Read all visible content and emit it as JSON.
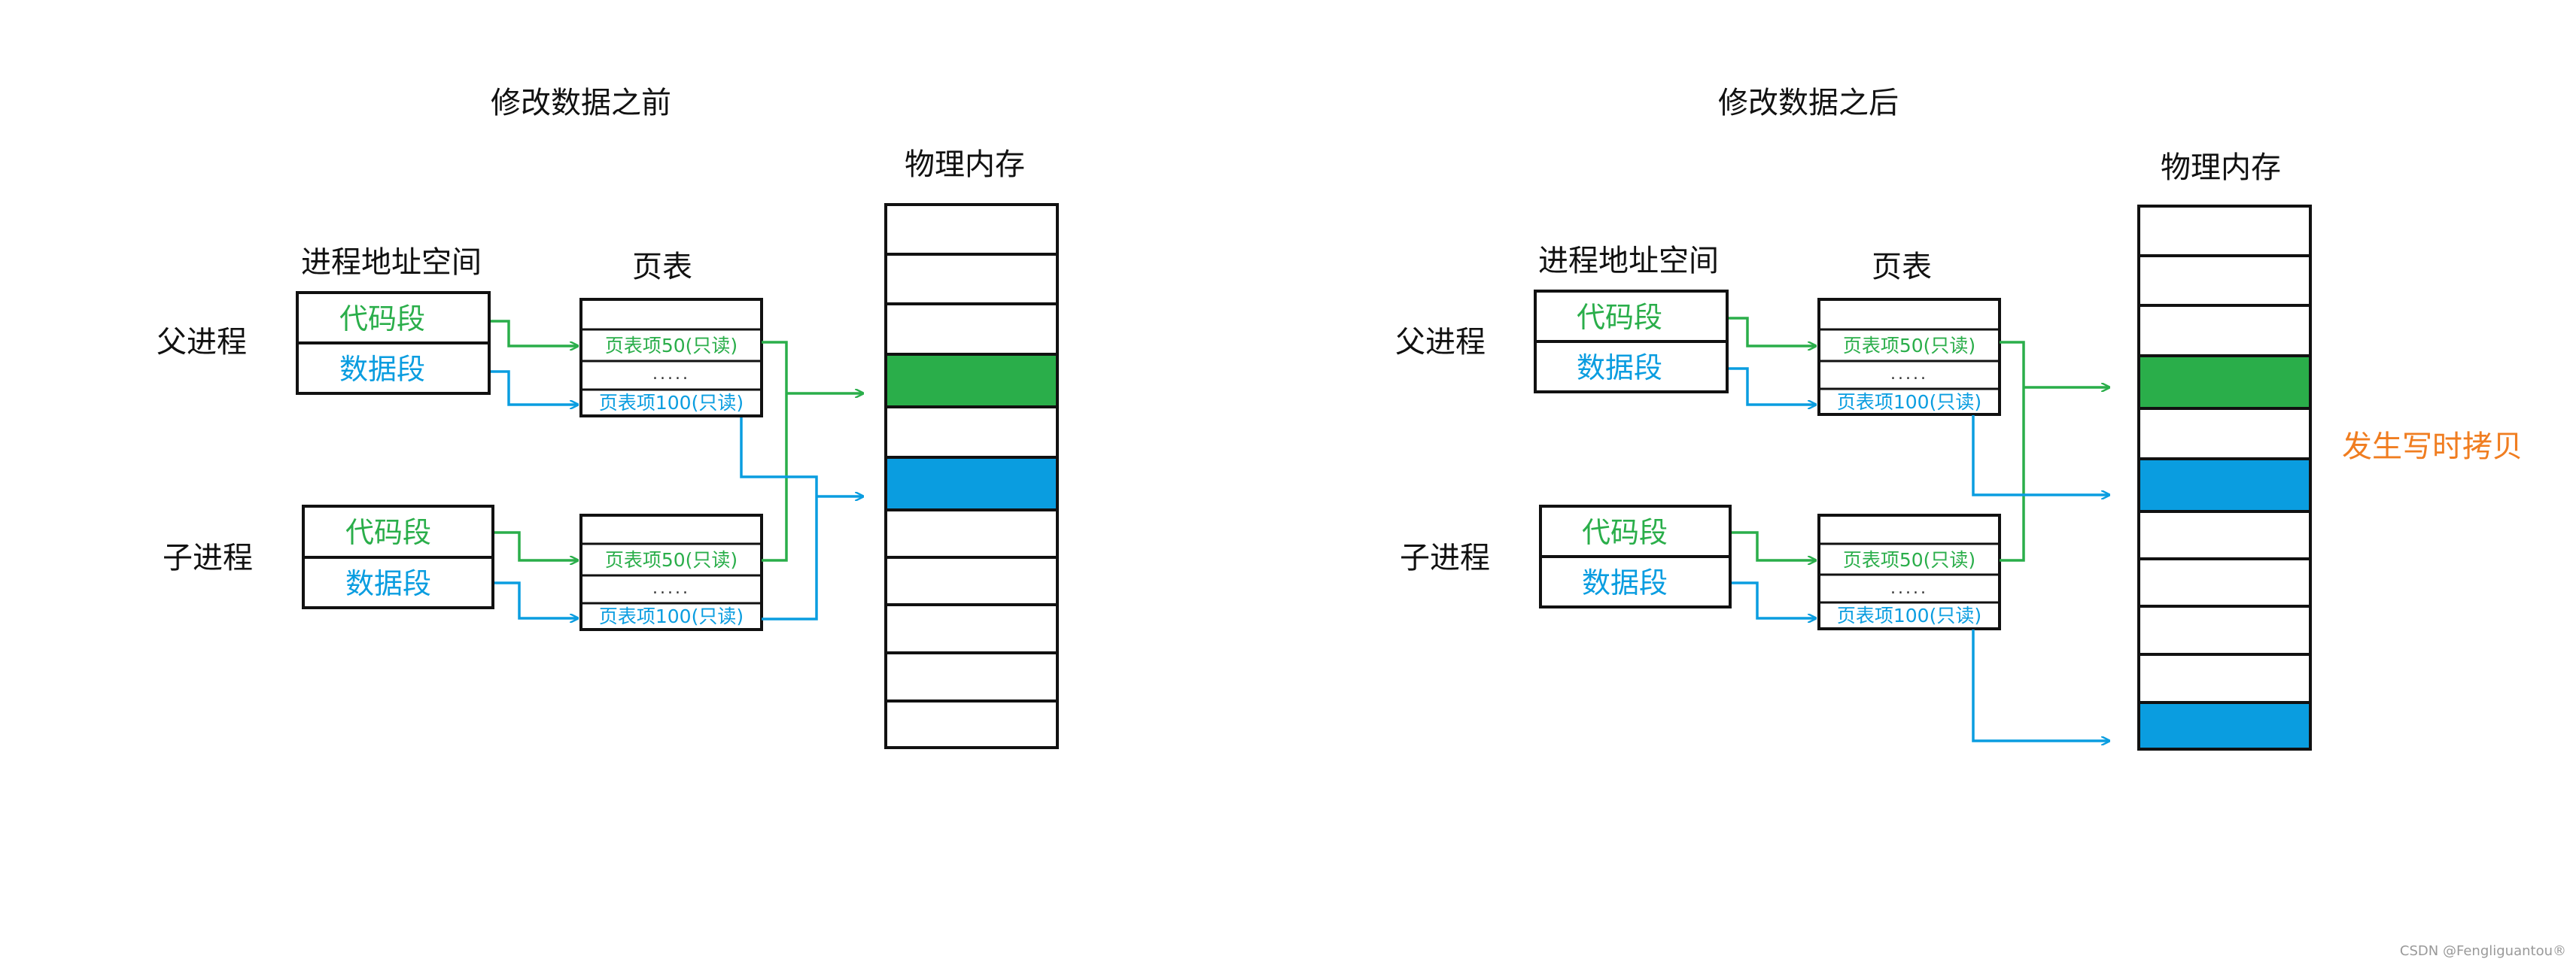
{
  "colors": {
    "green": "#2aae4a",
    "blue": "#0a9de0",
    "orange": "#f07d20",
    "border": "#111111"
  },
  "before": {
    "title": "修改数据之前",
    "address_space_label": "进程地址空间",
    "page_table_label": "页表",
    "physical_memory_label": "物理内存",
    "parent": {
      "label": "父进程",
      "code": "代码段",
      "data": "数据段"
    },
    "child": {
      "label": "子进程",
      "code": "代码段",
      "data": "数据段"
    },
    "page_table_rows": [
      "页表项50(只读)",
      ".....",
      "页表项100(只读)"
    ],
    "memory_slots": [
      "empty",
      "empty",
      "empty",
      "green",
      "empty",
      "blue",
      "empty",
      "empty",
      "empty",
      "empty",
      "empty"
    ]
  },
  "after": {
    "title": "修改数据之后",
    "address_space_label": "进程地址空间",
    "page_table_label": "页表",
    "physical_memory_label": "物理内存",
    "parent": {
      "label": "父进程",
      "code": "代码段",
      "data": "数据段"
    },
    "child": {
      "label": "子进程",
      "code": "代码段",
      "data": "数据段"
    },
    "page_table_rows": [
      "页表项50(只读)",
      ".....",
      "页表项100(只读)"
    ],
    "memory_slots": [
      "empty",
      "empty",
      "empty",
      "green",
      "empty",
      "blue",
      "empty",
      "empty",
      "empty",
      "empty",
      "blue"
    ],
    "annotation": "发生写时拷贝"
  },
  "watermark": "CSDN @Fengliguantou®"
}
